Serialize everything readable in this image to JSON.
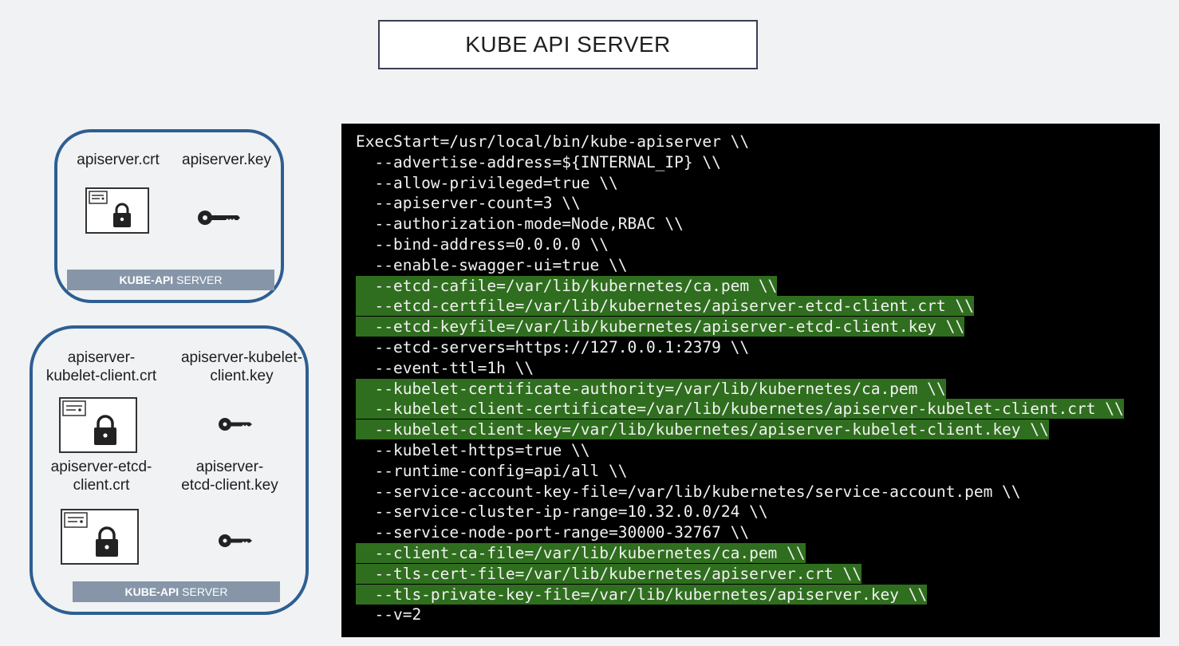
{
  "title": "KUBE API SERVER",
  "server_bar": {
    "bold": "KUBE-API",
    "normal": "SERVER"
  },
  "box1": {
    "cert_label": "apiserver.crt",
    "key_label": "apiserver.key"
  },
  "box2": {
    "kubelet_cert_label": "apiserver-\nkubelet-client.crt",
    "kubelet_key_label": "apiserver-kubelet-\nclient.key",
    "etcd_cert_label": "apiserver-etcd-\nclient.crt",
    "etcd_key_label": "apiserver-\netcd-client.key"
  },
  "code_lines": [
    {
      "text": "ExecStart=/usr/local/bin/kube-apiserver \\\\",
      "highlight": false
    },
    {
      "text": "  --advertise-address=${INTERNAL_IP} \\\\",
      "highlight": false
    },
    {
      "text": "  --allow-privileged=true \\\\",
      "highlight": false
    },
    {
      "text": "  --apiserver-count=3 \\\\",
      "highlight": false
    },
    {
      "text": "  --authorization-mode=Node,RBAC \\\\",
      "highlight": false
    },
    {
      "text": "  --bind-address=0.0.0.0 \\\\",
      "highlight": false
    },
    {
      "text": "  --enable-swagger-ui=true \\\\",
      "highlight": false
    },
    {
      "text": "  --etcd-cafile=/var/lib/kubernetes/ca.pem \\\\",
      "highlight": true
    },
    {
      "text": "  --etcd-certfile=/var/lib/kubernetes/apiserver-etcd-client.crt \\\\",
      "highlight": true
    },
    {
      "text": "  --etcd-keyfile=/var/lib/kubernetes/apiserver-etcd-client.key \\\\",
      "highlight": true
    },
    {
      "text": "  --etcd-servers=https://127.0.0.1:2379 \\\\",
      "highlight": false
    },
    {
      "text": "  --event-ttl=1h \\\\",
      "highlight": false
    },
    {
      "text": "  --kubelet-certificate-authority=/var/lib/kubernetes/ca.pem \\\\",
      "highlight": true
    },
    {
      "text": "  --kubelet-client-certificate=/var/lib/kubernetes/apiserver-kubelet-client.crt \\\\",
      "highlight": true
    },
    {
      "text": "  --kubelet-client-key=/var/lib/kubernetes/apiserver-kubelet-client.key \\\\",
      "highlight": true
    },
    {
      "text": "  --kubelet-https=true \\\\",
      "highlight": false
    },
    {
      "text": "  --runtime-config=api/all \\\\",
      "highlight": false
    },
    {
      "text": "  --service-account-key-file=/var/lib/kubernetes/service-account.pem \\\\",
      "highlight": false
    },
    {
      "text": "  --service-cluster-ip-range=10.32.0.0/24 \\\\",
      "highlight": false
    },
    {
      "text": "  --service-node-port-range=30000-32767 \\\\",
      "highlight": false
    },
    {
      "text": "  --client-ca-file=/var/lib/kubernetes/ca.pem \\\\",
      "highlight": true
    },
    {
      "text": "  --tls-cert-file=/var/lib/kubernetes/apiserver.crt \\\\",
      "highlight": true
    },
    {
      "text": "  --tls-private-key-file=/var/lib/kubernetes/apiserver.key \\\\",
      "highlight": true
    },
    {
      "text": "  --v=2",
      "highlight": false
    }
  ],
  "icons": {
    "certificate": "certificate-lock-icon",
    "key": "key-icon"
  },
  "colors": {
    "highlight": "#2f6e1e",
    "box_border": "#2e5e92",
    "server_bar": "#8696a8"
  }
}
